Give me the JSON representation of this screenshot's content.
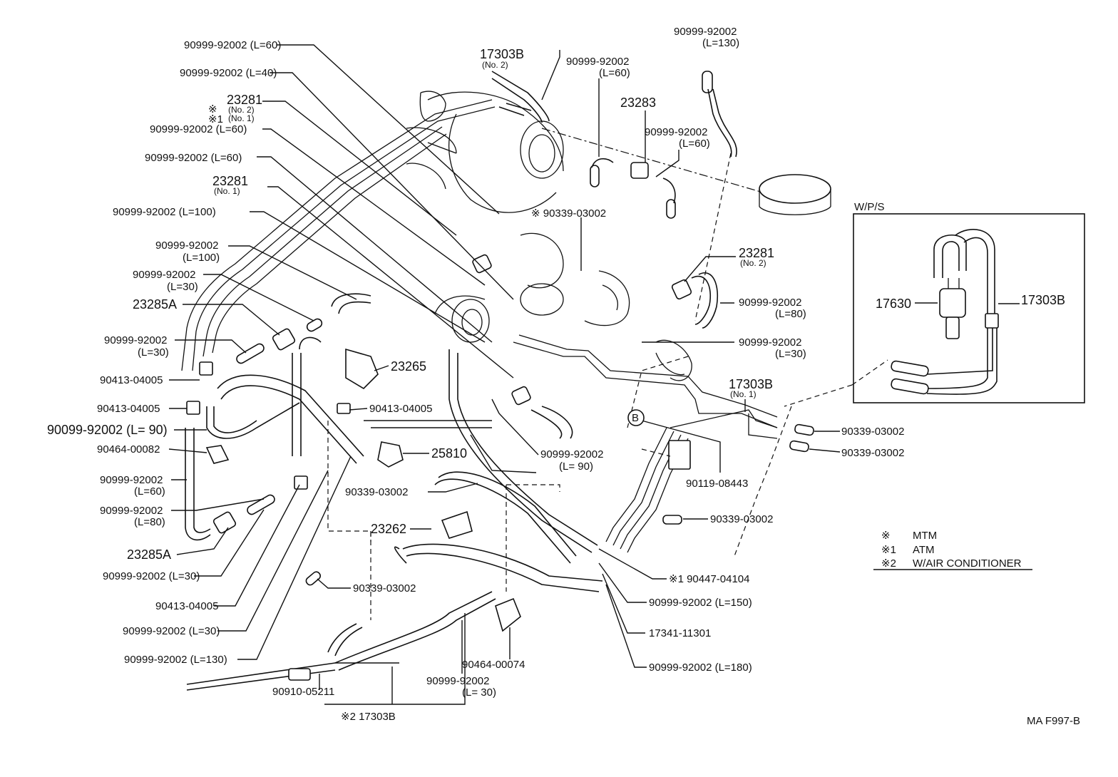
{
  "labels": {
    "l01": "90999-92002 (L=60)",
    "l02": "90999-92002 (L=40)",
    "l03": "23281",
    "l03a": "(No. 2)",
    "l03b": "(No. 1)",
    "mark": "※",
    "mark1": "※1",
    "l04": "90999-92002 (L=60)",
    "l05": "90999-92002 (L=60)",
    "l06": "23281",
    "l06a": "(No. 1)",
    "l07": "90999-92002 (L=100)",
    "l08": "90999-92002",
    "l08a": "(L=100)",
    "l09": "90999-92002",
    "l09a": "(L=30)",
    "l10": "23285A",
    "l11": "90999-92002",
    "l11a": "(L=30)",
    "l12": "90413-04005",
    "l13": "90413-04005",
    "l14": "90099-92002 (L= 90)",
    "l15": "90464-00082",
    "l16": "90999-92002",
    "l16a": "(L=60)",
    "l17": "90999-92002",
    "l17a": "(L=80)",
    "l18": "23285A",
    "l19": "90999-92002 (L=30)",
    "l20": "90413-04005",
    "l21": "90999-92002 (L=30)",
    "l22": "90999-92002 (L=130)",
    "l23": "90910-05211",
    "l24": "※2  17303B",
    "l25": "90999-92002",
    "l25a": "(L= 30)",
    "l26": "90464-00074",
    "l27": "90339-03002",
    "l28": "23262",
    "l29": "90339-03002",
    "l30": "23265",
    "l31": "90413-04005",
    "l32": "25810",
    "l33": "90999-92002",
    "l33a": "(L= 90)",
    "l34": "17303B",
    "l34a": "(No. 2)",
    "l35": "90999-92002",
    "l35a": "(L=60)",
    "l36": "23283",
    "l37": "90999-92002",
    "l37a": "(L=60)",
    "l38": "90999-92002",
    "l38a": "(L=130)",
    "l39": "※  90339-03002",
    "l40": "23281",
    "l40a": "(No. 2)",
    "l41": "90999-92002",
    "l41a": "(L=80)",
    "l42": "90999-92002",
    "l42a": "(L=30)",
    "l43": "17303B",
    "l43a": "(No. 1)",
    "l44": "B",
    "l45": "90339-03002",
    "l46": "90339-03002",
    "l47": "90119-08443",
    "l48": "90339-03002",
    "l49": "※1  90447-04104",
    "l50": "90999-92002 (L=150)",
    "l51": "17341-11301",
    "l52": "90999-92002 (L=180)",
    "wps": "W/P/S",
    "i1": "17630",
    "i2": "17303B",
    "code": "MA F997-B"
  },
  "legend": [
    {
      "symbol": "※",
      "text": "MTM"
    },
    {
      "symbol": "※1",
      "text": "ATM"
    },
    {
      "symbol": "※2",
      "text": "W/AIR CONDITIONER"
    }
  ]
}
